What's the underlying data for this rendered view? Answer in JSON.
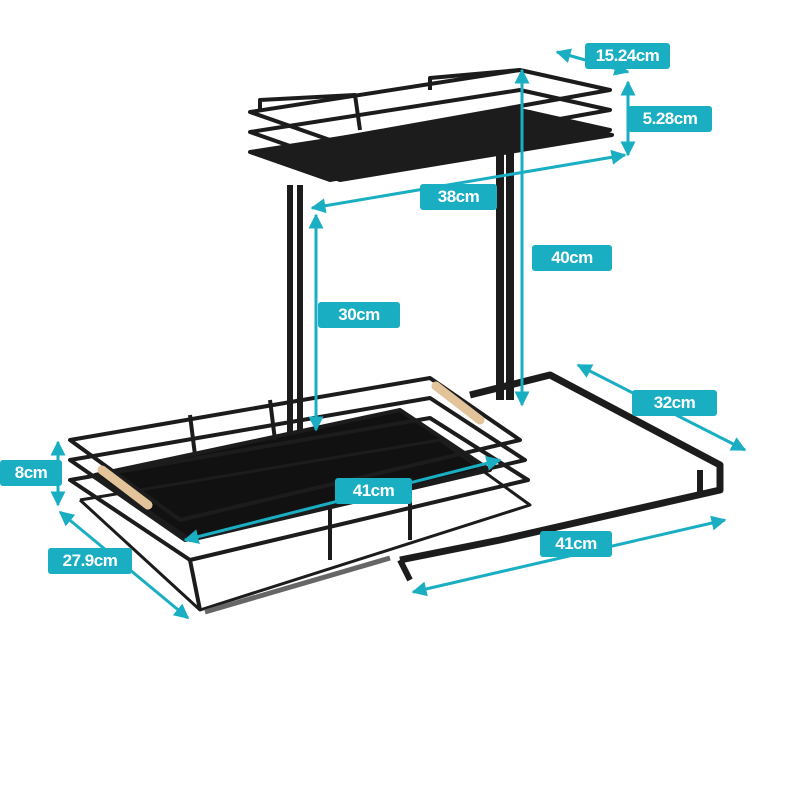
{
  "accent_color": "#1aaec3",
  "product_color": "#1c1c1c",
  "handle_color": "#e2c39a",
  "dimensions": {
    "top_depth": "15.24cm",
    "top_height": "5.28cm",
    "top_width": "38cm",
    "total_height": "40cm",
    "shelf_gap": "30cm",
    "base_depth": "32cm",
    "tray_height": "8cm",
    "tray_width": "41cm",
    "tray_depth": "27.9cm",
    "base_width": "41cm"
  }
}
